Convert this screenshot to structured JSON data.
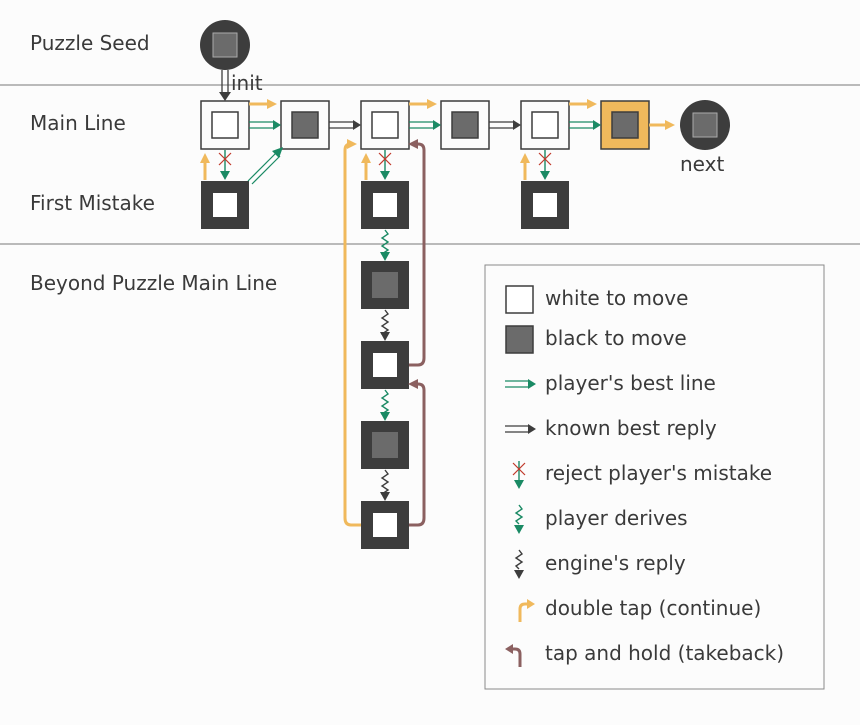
{
  "rows": {
    "seed": "Puzzle Seed",
    "main": "Main Line",
    "mistake": "First Mistake",
    "beyond": "Beyond Puzzle Main Line"
  },
  "labels": {
    "init": "init",
    "next": "next"
  },
  "legend": {
    "white_to_move": "white to move",
    "black_to_move": "black to move",
    "players_best_line": "player's best line",
    "known_best_reply": "known best reply",
    "reject_mistake": "reject player's mistake",
    "player_derives": "player derives",
    "engines_reply": "engine's reply",
    "double_tap": "double tap (continue)",
    "tap_and_hold": "tap and hold (takeback)"
  },
  "colors": {
    "dark": "#3d3d3d",
    "black_square": "#6b6b6b",
    "player_green": "#1a8a64",
    "continue_yellow": "#f0b95c",
    "takeback_brown": "#8b6060",
    "reject_red": "#c0392b",
    "highlight": "#f0b95c"
  }
}
